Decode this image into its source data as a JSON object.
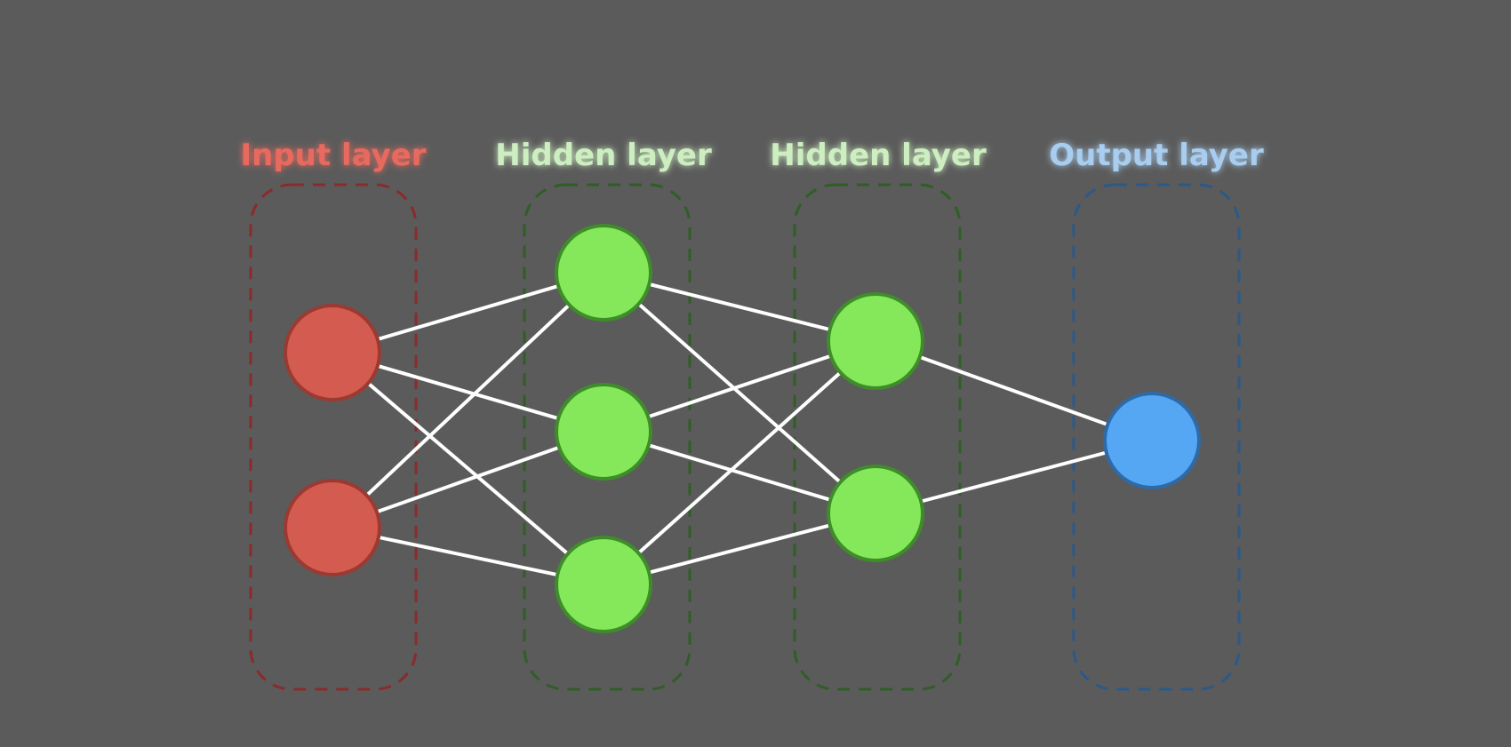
{
  "layers": [
    {
      "label": "Input layer",
      "nodes": 2,
      "color": "#e86a5f",
      "node_fill": "#d35b4f",
      "node_stroke": "#9b3a32",
      "box_stroke": "#8a2b2b"
    },
    {
      "label": "Hidden layer",
      "nodes": 3,
      "color": "#cdeec0",
      "node_fill": "#84e85a",
      "node_stroke": "#3f8c2a",
      "box_stroke": "#2f5e26"
    },
    {
      "label": "Hidden layer",
      "nodes": 2,
      "color": "#cdeec0",
      "node_fill": "#84e85a",
      "node_stroke": "#3f8c2a",
      "box_stroke": "#2f5e26"
    },
    {
      "label": "Output layer",
      "nodes": 1,
      "color": "#a8cdee",
      "node_fill": "#55a7f4",
      "node_stroke": "#2e6aa8",
      "box_stroke": "#2a5a88"
    }
  ],
  "connectivity": "fully-connected",
  "background": "#5b5b5b",
  "edge_color": "#ffffff"
}
